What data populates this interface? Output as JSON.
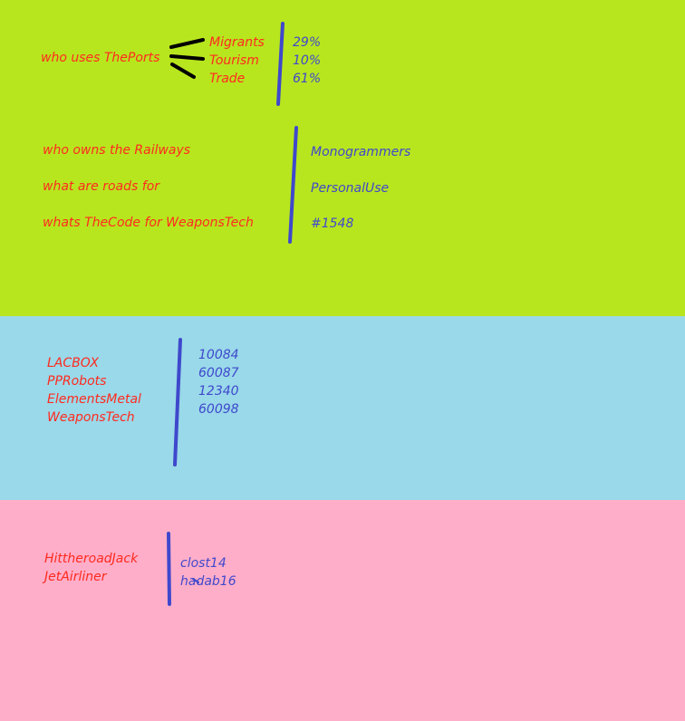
{
  "ports": {
    "question": "who uses ThePorts",
    "categories": [
      "Migrants",
      "Tourism",
      "Trade"
    ],
    "shares": [
      "29%",
      "10%",
      "61%"
    ]
  },
  "qa": [
    {
      "question": "who owns the Railways",
      "answer": "Monogrammers"
    },
    {
      "question": "what are roads for",
      "answer": "PersonalUse"
    },
    {
      "question": "whats TheCode for WeaponsTech",
      "answer": "#1548"
    }
  ],
  "codes": {
    "names": [
      "LACBOX",
      "PPRobots",
      "ElementsMetal",
      "WeaponsTech"
    ],
    "values": [
      "10084",
      "60087",
      "12340",
      "60098"
    ]
  },
  "roads": {
    "names": [
      "HittheroadJack",
      "JetAirliner"
    ],
    "values": [
      "clost14",
      "hadab16"
    ]
  },
  "colors": {
    "green_band": "#b8e61e",
    "blue_band": "#99d9e9",
    "pink_band": "#ffaec9",
    "question_text": "#ff2a1f",
    "answer_text": "#3f48cc",
    "pen_blue": "#3f48cc",
    "pen_black": "#000000"
  }
}
